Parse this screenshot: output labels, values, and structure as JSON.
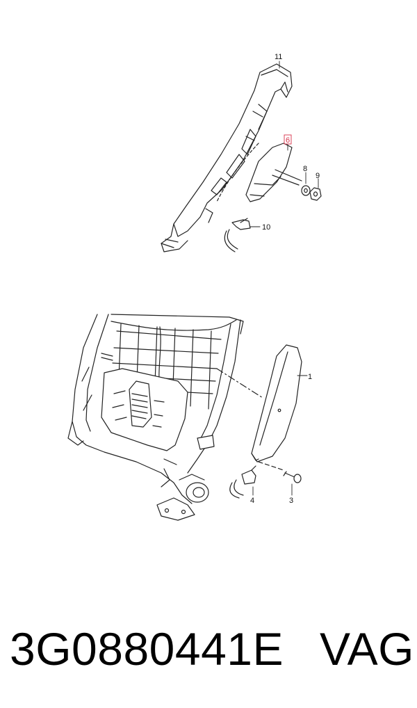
{
  "diagram": {
    "callouts": {
      "trim_panel": "11",
      "highlighted_part": "6",
      "washer": "8",
      "nut": "9",
      "upper_connector": "10",
      "side_airbag": "1",
      "lower_connector": "4",
      "screw": "3"
    },
    "highlight_color": "#d8324a"
  },
  "caption": {
    "part_number": "3G0880441E",
    "brand": "VAG"
  }
}
